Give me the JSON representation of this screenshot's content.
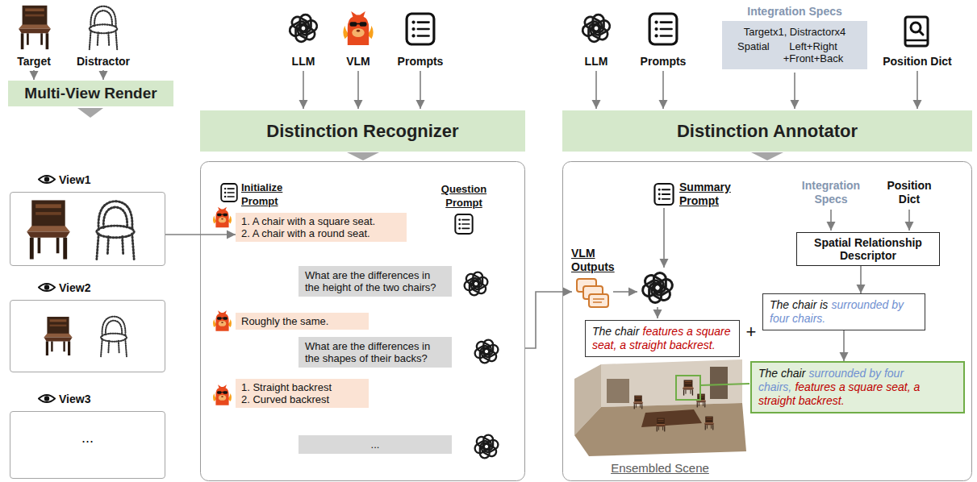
{
  "diagram": {
    "nodes": [
      {
        "text": [
          "Multi-View Render"
        ]
      },
      {
        "text": [
          "Distinction Recognizer"
        ]
      },
      {
        "text": [
          "Distinction Annotator"
        ]
      },
      {
        "text": [
          "Integration Specs",
          "Targetx1, Distractorx4",
          "Spatial",
          "Left+Right +Front+Back"
        ]
      },
      {
        "text": [
          "View1"
        ]
      },
      {
        "text": [
          "View2"
        ]
      },
      {
        "text": [
          "View3",
          "..."
        ]
      },
      {
        "text": [
          "1. A chair with a square seat.",
          "2. A chair with a round seat."
        ]
      },
      {
        "text": [
          "What are the differences in the height of the two chairs?"
        ]
      },
      {
        "text": [
          "Roughly the same."
        ]
      },
      {
        "text": [
          "What are the differences in the shapes of their backs?"
        ]
      },
      {
        "text": [
          "1. Straight backrest",
          "2. Curved backrest"
        ]
      },
      {
        "text": [
          "..."
        ]
      },
      {
        "text": [
          "Spatial Relationship Descriptor"
        ]
      },
      {
        "text": [
          "The chair",
          "features a square seat, a straight backrest."
        ]
      },
      {
        "text": [
          "The chair is",
          "surrounded by four chairs."
        ]
      },
      {
        "text": [
          "The chair",
          "surrounded by four chairs,",
          "features a square seat, a straight backrest."
        ]
      }
    ],
    "edges": [
      {
        "from": 4,
        "to": 7,
        "arrow": "to"
      },
      {
        "from": 13,
        "to": 15,
        "arrow": "to"
      },
      {
        "from": 15,
        "to": 16,
        "arrow": "to"
      }
    ],
    "labels": [
      "Target",
      "Distractor",
      "LLM",
      "VLM",
      "Prompts",
      "LLM",
      "Prompts",
      "Position Dict",
      "Initialize Prompt",
      "Question Prompt",
      "VLM Outputs",
      "Summary Prompt",
      "Integration Specs",
      "Position Dict",
      "+",
      "Ensembled Scene"
    ]
  }
}
